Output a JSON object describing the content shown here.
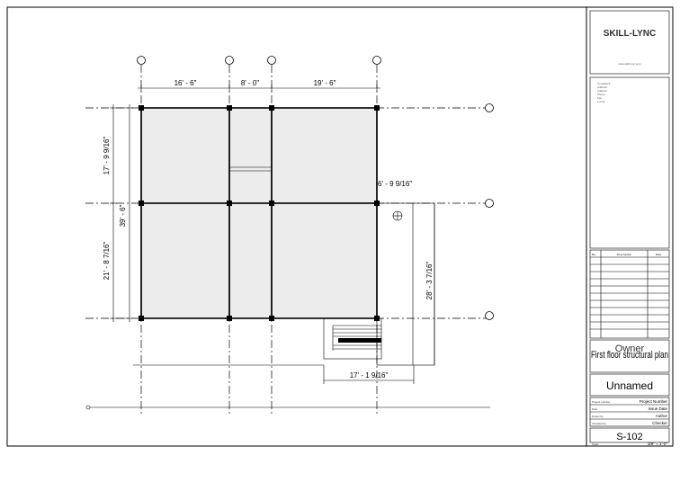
{
  "drawing": {
    "dimensions": {
      "top_1": "16' - 6\"",
      "top_2": "8' - 0\"",
      "top_3": "19' - 6\"",
      "left_upper": "17' - 9 9/16\"",
      "left_lower": "21' - 8 7/16\"",
      "left_total": "39' - 6\"",
      "right_top": "6' - 9 9/16\"",
      "right_side": "28' - 3 7/16\"",
      "bottom": "17' - 1 9/16\""
    }
  },
  "title_block": {
    "logo": "SKILL-LYNC",
    "logo_subtitle": "www.skill-lync.com",
    "consultant_lines": [
      "Consultant",
      "Address",
      "Address",
      "Phone",
      "Fax",
      "e-mail"
    ],
    "revision_headers": {
      "no": "No.",
      "description": "Description",
      "date": "Date"
    },
    "owner": "Owner",
    "sheet_name": "First floor structural plan",
    "project_name": "Unnamed",
    "rows": [
      {
        "label": "Project number",
        "value": "Project Number"
      },
      {
        "label": "Date",
        "value": "Issue Date"
      },
      {
        "label": "Drawn by",
        "value": "Author"
      },
      {
        "label": "Checked by",
        "value": "Checker"
      }
    ],
    "sheet_number": "S-102",
    "scale_label": "Scale",
    "scale_value": "3/8\" = 1'-0\""
  }
}
